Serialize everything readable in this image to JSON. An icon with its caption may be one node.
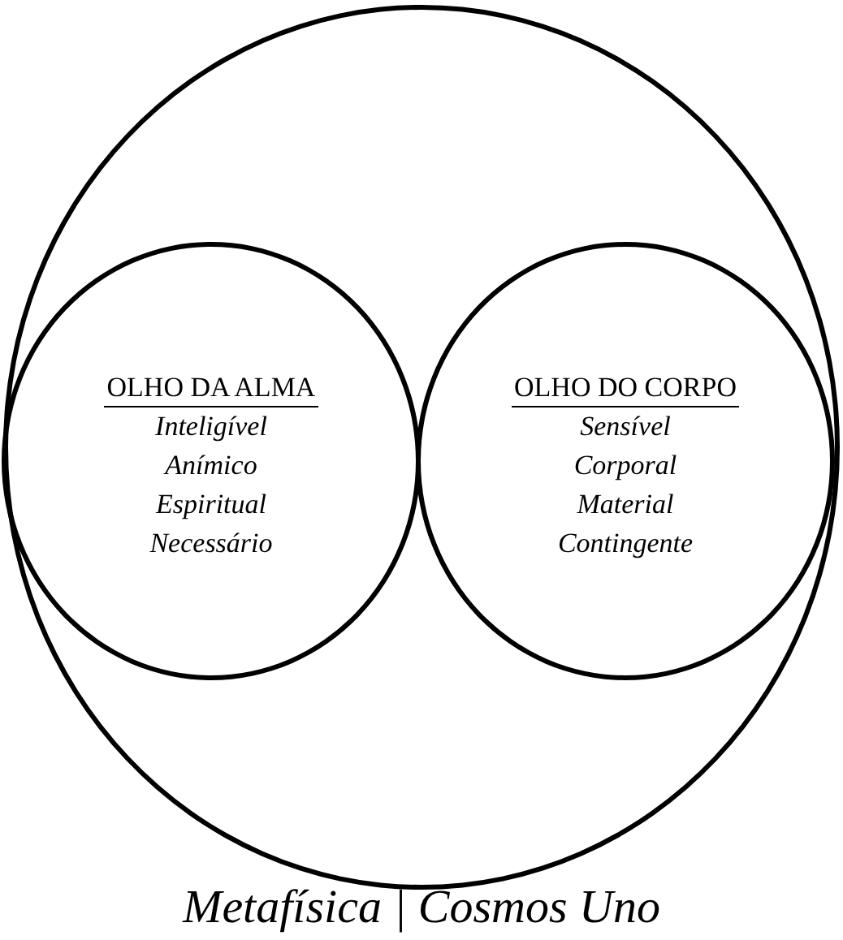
{
  "diagram": {
    "caption": "Metafísica | Cosmos Uno",
    "nodes": [
      {
        "text": [],
        "shape": "circle"
      },
      {
        "text": [
          "OLHO DA ALMA",
          "Inteligível",
          "Anímico",
          "Espiritual",
          "Necessário"
        ],
        "in": 0
      },
      {
        "text": [
          "OLHO DO CORPO",
          "Sensível",
          "Corporal",
          "Material",
          "Contingente"
        ],
        "in": 0
      }
    ]
  }
}
